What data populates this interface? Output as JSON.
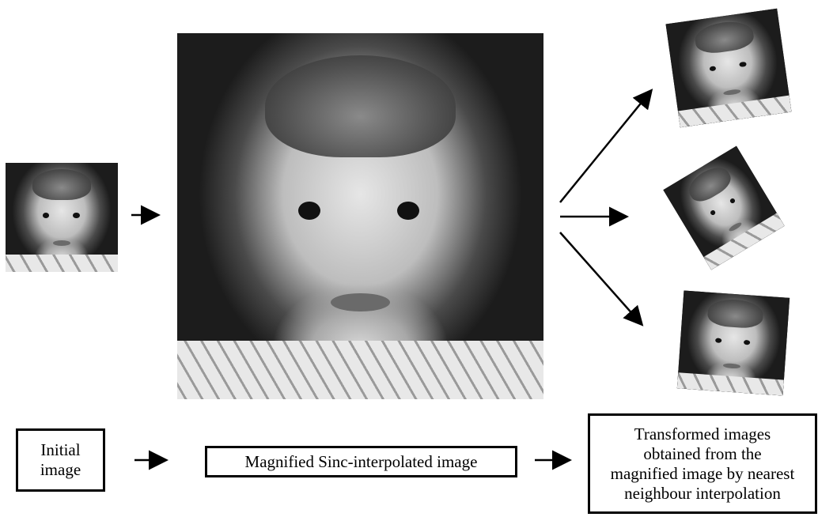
{
  "captions": {
    "initial": "Initial\nimage",
    "magnified": "Magnified Sinc-interpolated image",
    "transformed": "Transformed images\nobtained from the\nmagnified image by nearest\nneighbour interpolation"
  },
  "colors": {
    "ink": "#000000",
    "background": "#ffffff"
  }
}
